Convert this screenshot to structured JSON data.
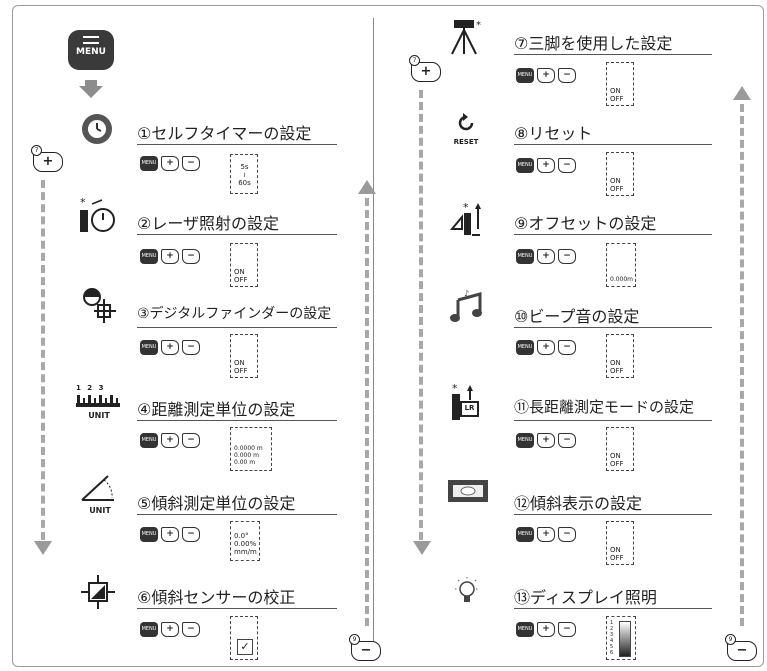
{
  "menu_button": {
    "label": "MENU"
  },
  "side_buttons": {
    "plus": {
      "symbol": "+",
      "count": "7"
    },
    "minus": {
      "symbol": "−",
      "count": "9"
    }
  },
  "keys": {
    "menu": "MENU",
    "plus": "+",
    "minus": "−"
  },
  "items": [
    {
      "title": "①セルフタイマーの設定",
      "icon": "self-timer-icon",
      "values": [
        "5s",
        "≀",
        "60s"
      ]
    },
    {
      "title": "②レーザ照射の設定",
      "icon": "laser-timer-icon",
      "values": [
        "ON",
        "OFF"
      ]
    },
    {
      "title": "③デジタルファインダーの設定",
      "icon": "viewfinder-icon",
      "values": [
        "ON",
        "OFF"
      ]
    },
    {
      "title": "④距離測定単位の設定",
      "icon": "unit-ruler-icon",
      "icon_text": "UNIT",
      "ruler_numbers": "1  2  3",
      "values": [
        "0.0000 m",
        "0.000 m",
        "0.00 m"
      ]
    },
    {
      "title": "⑤傾斜測定単位の設定",
      "icon": "tilt-unit-icon",
      "icon_text": "UNIT",
      "values": [
        "0.0°",
        "0.00%",
        "mm/m"
      ]
    },
    {
      "title": "⑥傾斜センサーの校正",
      "icon": "tilt-calibration-icon",
      "values": [
        "✓"
      ]
    },
    {
      "title": "⑦三脚を使用した設定",
      "icon": "tripod-icon",
      "values": [
        "ON",
        "OFF"
      ]
    },
    {
      "title": "⑧リセット",
      "icon": "reset-icon",
      "icon_text": "RESET",
      "values": [
        "ON",
        "OFF"
      ]
    },
    {
      "title": "⑨オフセットの設定",
      "icon": "offset-icon",
      "values": [
        "0.000m"
      ]
    },
    {
      "title": "⑩ビープ音の設定",
      "icon": "music-note-icon",
      "values": [
        "ON",
        "OFF"
      ]
    },
    {
      "title": "⑪長距離測定モードの設定",
      "icon": "long-range-icon",
      "icon_text": "LR",
      "values": [
        "ON",
        "OFF"
      ]
    },
    {
      "title": "⑫傾斜表示の設定",
      "icon": "level-bubble-icon",
      "values": [
        "ON",
        "OFF"
      ]
    },
    {
      "title": "⑬ディスプレイ照明",
      "icon": "bulb-icon",
      "values": [
        "1",
        "2",
        "3",
        "4",
        "5",
        "6"
      ]
    }
  ]
}
